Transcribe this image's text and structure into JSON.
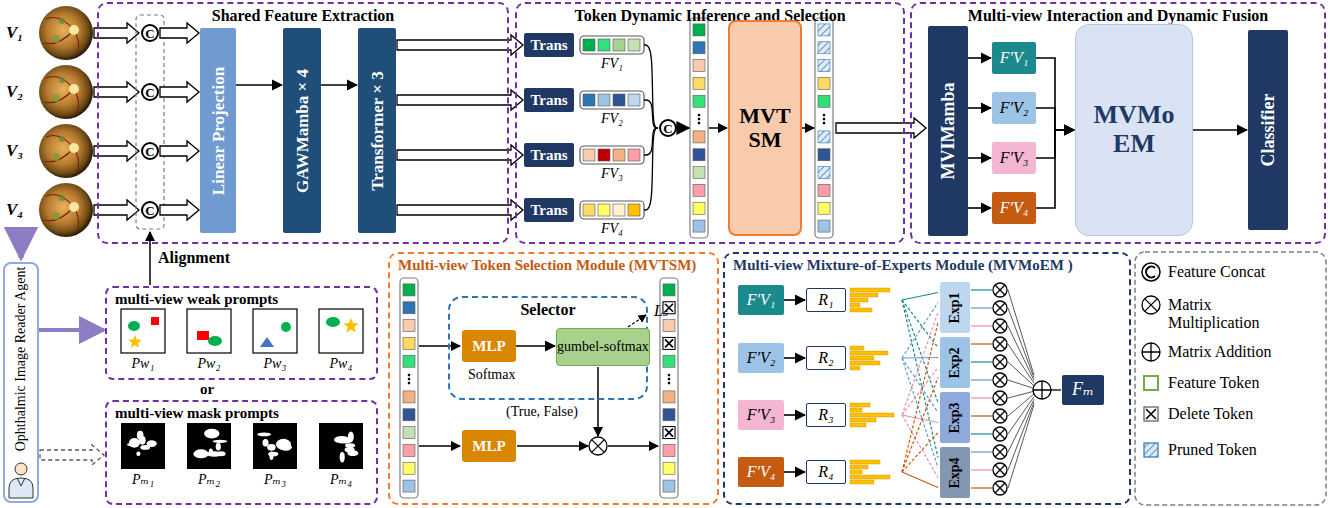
{
  "diagram": {
    "nodes": [
      {
        "text": [
          "Shared Feature Extraction"
        ]
      },
      {
        "text": [
          "C"
        ],
        "in": 0
      },
      {
        "text": [
          "C"
        ],
        "in": 0
      },
      {
        "text": [
          "C"
        ],
        "in": 0
      },
      {
        "text": [
          "C"
        ],
        "in": 0
      },
      {
        "text": [
          "Linear Projection"
        ],
        "in": 0
      },
      {
        "text": [
          "GAWMamba × 4"
        ],
        "in": 0
      },
      {
        "text": [
          "Transformer × 3"
        ],
        "in": 0
      },
      {
        "text": [
          "Token Dynamic Inference and Selection"
        ]
      },
      {
        "text": [
          "Trans"
        ],
        "in": 8
      },
      {
        "text": [
          "Trans"
        ],
        "in": 8
      },
      {
        "text": [
          "Trans"
        ],
        "in": 8
      },
      {
        "text": [
          "Trans"
        ],
        "in": 8
      },
      {
        "text": [
          "C"
        ],
        "in": 8
      },
      {
        "text": [
          "MVT SM"
        ],
        "in": 8
      },
      {
        "text": [
          "Multi-view Interaction and Dynamic Fusion"
        ]
      },
      {
        "text": [
          "MVIMamba"
        ],
        "in": 15
      },
      {
        "text": [
          "F′V₁"
        ],
        "in": 15
      },
      {
        "text": [
          "F′V₂"
        ],
        "in": 15
      },
      {
        "text": [
          "F′V₃"
        ],
        "in": 15
      },
      {
        "text": [
          "F′V₄"
        ],
        "in": 15
      },
      {
        "text": [
          "MVMo EM"
        ],
        "in": 15
      },
      {
        "text": [
          "Classifier"
        ],
        "in": 15
      },
      {
        "text": [
          "Ophthalmic Image Reader Agent"
        ]
      },
      {
        "text": [
          "multi-view weak prompts"
        ]
      },
      {
        "text": [
          "multi-view mask prompts"
        ]
      },
      {
        "text": [
          "Multi-view Token Selection Module (MVTSM)"
        ]
      },
      {
        "text": [
          "Selector"
        ],
        "in": 26
      },
      {
        "text": [
          "MLP"
        ],
        "in": 27
      },
      {
        "text": [
          "gumbel-softmax"
        ],
        "in": 27
      },
      {
        "text": [
          "MLP"
        ],
        "in": 26
      },
      {
        "text": [
          "Multi-view Mixture-of-Experts Module (MVMoEM )"
        ]
      },
      {
        "text": [
          "F′V₁"
        ],
        "in": 31
      },
      {
        "text": [
          "F′V₂"
        ],
        "in": 31
      },
      {
        "text": [
          "F′V₃"
        ],
        "in": 31
      },
      {
        "text": [
          "F′V₄"
        ],
        "in": 31
      },
      {
        "text": [
          "R₁"
        ],
        "in": 31
      },
      {
        "text": [
          "R₂"
        ],
        "in": 31
      },
      {
        "text": [
          "R₃"
        ],
        "in": 31
      },
      {
        "text": [
          "R₄"
        ],
        "in": 31
      },
      {
        "text": [
          "Exp1"
        ],
        "in": 31
      },
      {
        "text": [
          "Exp2"
        ],
        "in": 31
      },
      {
        "text": [
          "Exp3"
        ],
        "in": 31
      },
      {
        "text": [
          "Exp4"
        ],
        "in": 31
      },
      {
        "text": [
          "Fₘ"
        ],
        "in": 31
      }
    ],
    "edges": [
      {
        "from": 1,
        "to": 5,
        "arrow": "to"
      },
      {
        "from": 2,
        "to": 5,
        "arrow": "to"
      },
      {
        "from": 3,
        "to": 5,
        "arrow": "to"
      },
      {
        "from": 4,
        "to": 5,
        "arrow": "to"
      },
      {
        "from": 5,
        "to": 6,
        "arrow": "to"
      },
      {
        "from": 6,
        "to": 7,
        "arrow": "to"
      },
      {
        "from": 7,
        "to": 9,
        "arrow": "to"
      },
      {
        "from": 7,
        "to": 10,
        "arrow": "to"
      },
      {
        "from": 7,
        "to": 11,
        "arrow": "to"
      },
      {
        "from": 7,
        "to": 12,
        "arrow": "to"
      },
      {
        "from": 16,
        "to": 17,
        "arrow": "to"
      },
      {
        "from": 16,
        "to": 18,
        "arrow": "to"
      },
      {
        "from": 16,
        "to": 19,
        "arrow": "to"
      },
      {
        "from": 16,
        "to": 20,
        "arrow": "to"
      },
      {
        "from": 17,
        "to": 21,
        "arrow": "to"
      },
      {
        "from": 18,
        "to": 21,
        "arrow": "to"
      },
      {
        "from": 19,
        "to": 21,
        "arrow": "to"
      },
      {
        "from": 20,
        "to": 21,
        "arrow": "to"
      },
      {
        "from": 21,
        "to": 22,
        "arrow": "to"
      },
      {
        "from": 23,
        "to": 24,
        "arrow": "to"
      },
      {
        "from": 23,
        "to": 25,
        "arrow": "to"
      },
      {
        "from": 28,
        "to": 29,
        "arrow": "to"
      },
      {
        "from": 32,
        "to": 36,
        "arrow": "to"
      },
      {
        "from": 33,
        "to": 37,
        "arrow": "to"
      },
      {
        "from": 34,
        "to": 38,
        "arrow": "to"
      },
      {
        "from": 35,
        "to": 39,
        "arrow": "to"
      }
    ],
    "labels": [
      "V₁",
      "V₂",
      "V₃",
      "V₄",
      "FV₁",
      "FV₂",
      "FV₃",
      "FV₄",
      "Alignment",
      "Pw₁",
      "Pw₂",
      "Pw₃",
      "Pw₄",
      "or",
      "Pₘ₁",
      "Pₘ₂",
      "Pₘ₃",
      "Pₘ₄",
      "Softmax",
      "Lₛ",
      "(True, False)"
    ],
    "legend": [
      {
        "text": "Feature Concat"
      },
      {
        "text": "Matrix Multiplication"
      },
      {
        "text": "Matrix Addition"
      },
      {
        "text": "Feature Token"
      },
      {
        "text": "Delete Token"
      },
      {
        "text": "Pruned Token"
      }
    ]
  }
}
